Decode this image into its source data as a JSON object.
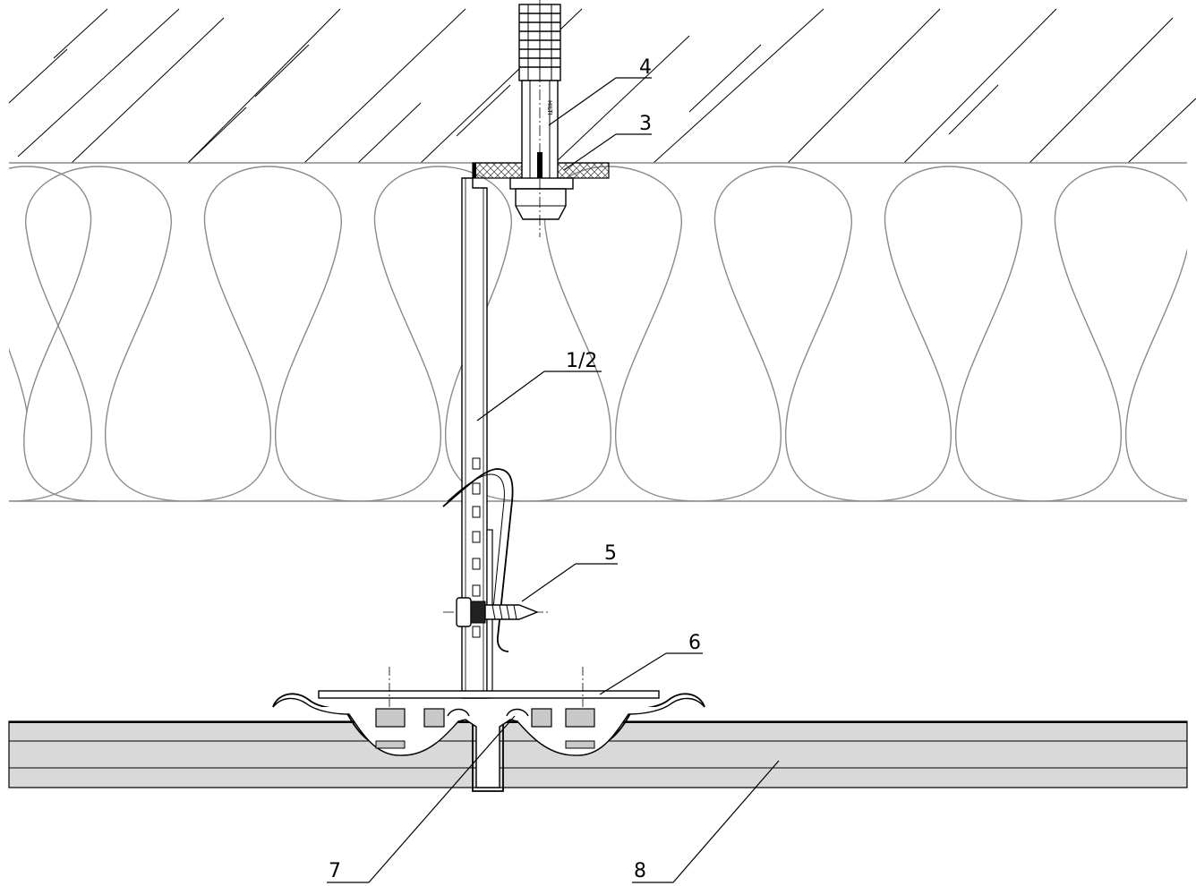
{
  "callouts": {
    "c1": "4",
    "c2": "3",
    "c3": "1/2",
    "c4": "5",
    "c5": "6",
    "c6": "7",
    "c7": "8"
  },
  "colors": {
    "line": "#000000",
    "insulation": "#8a8a8a",
    "panel_fill": "#d9d9d9",
    "part_fill": "#c8c8c8",
    "hatch": "#555555"
  }
}
